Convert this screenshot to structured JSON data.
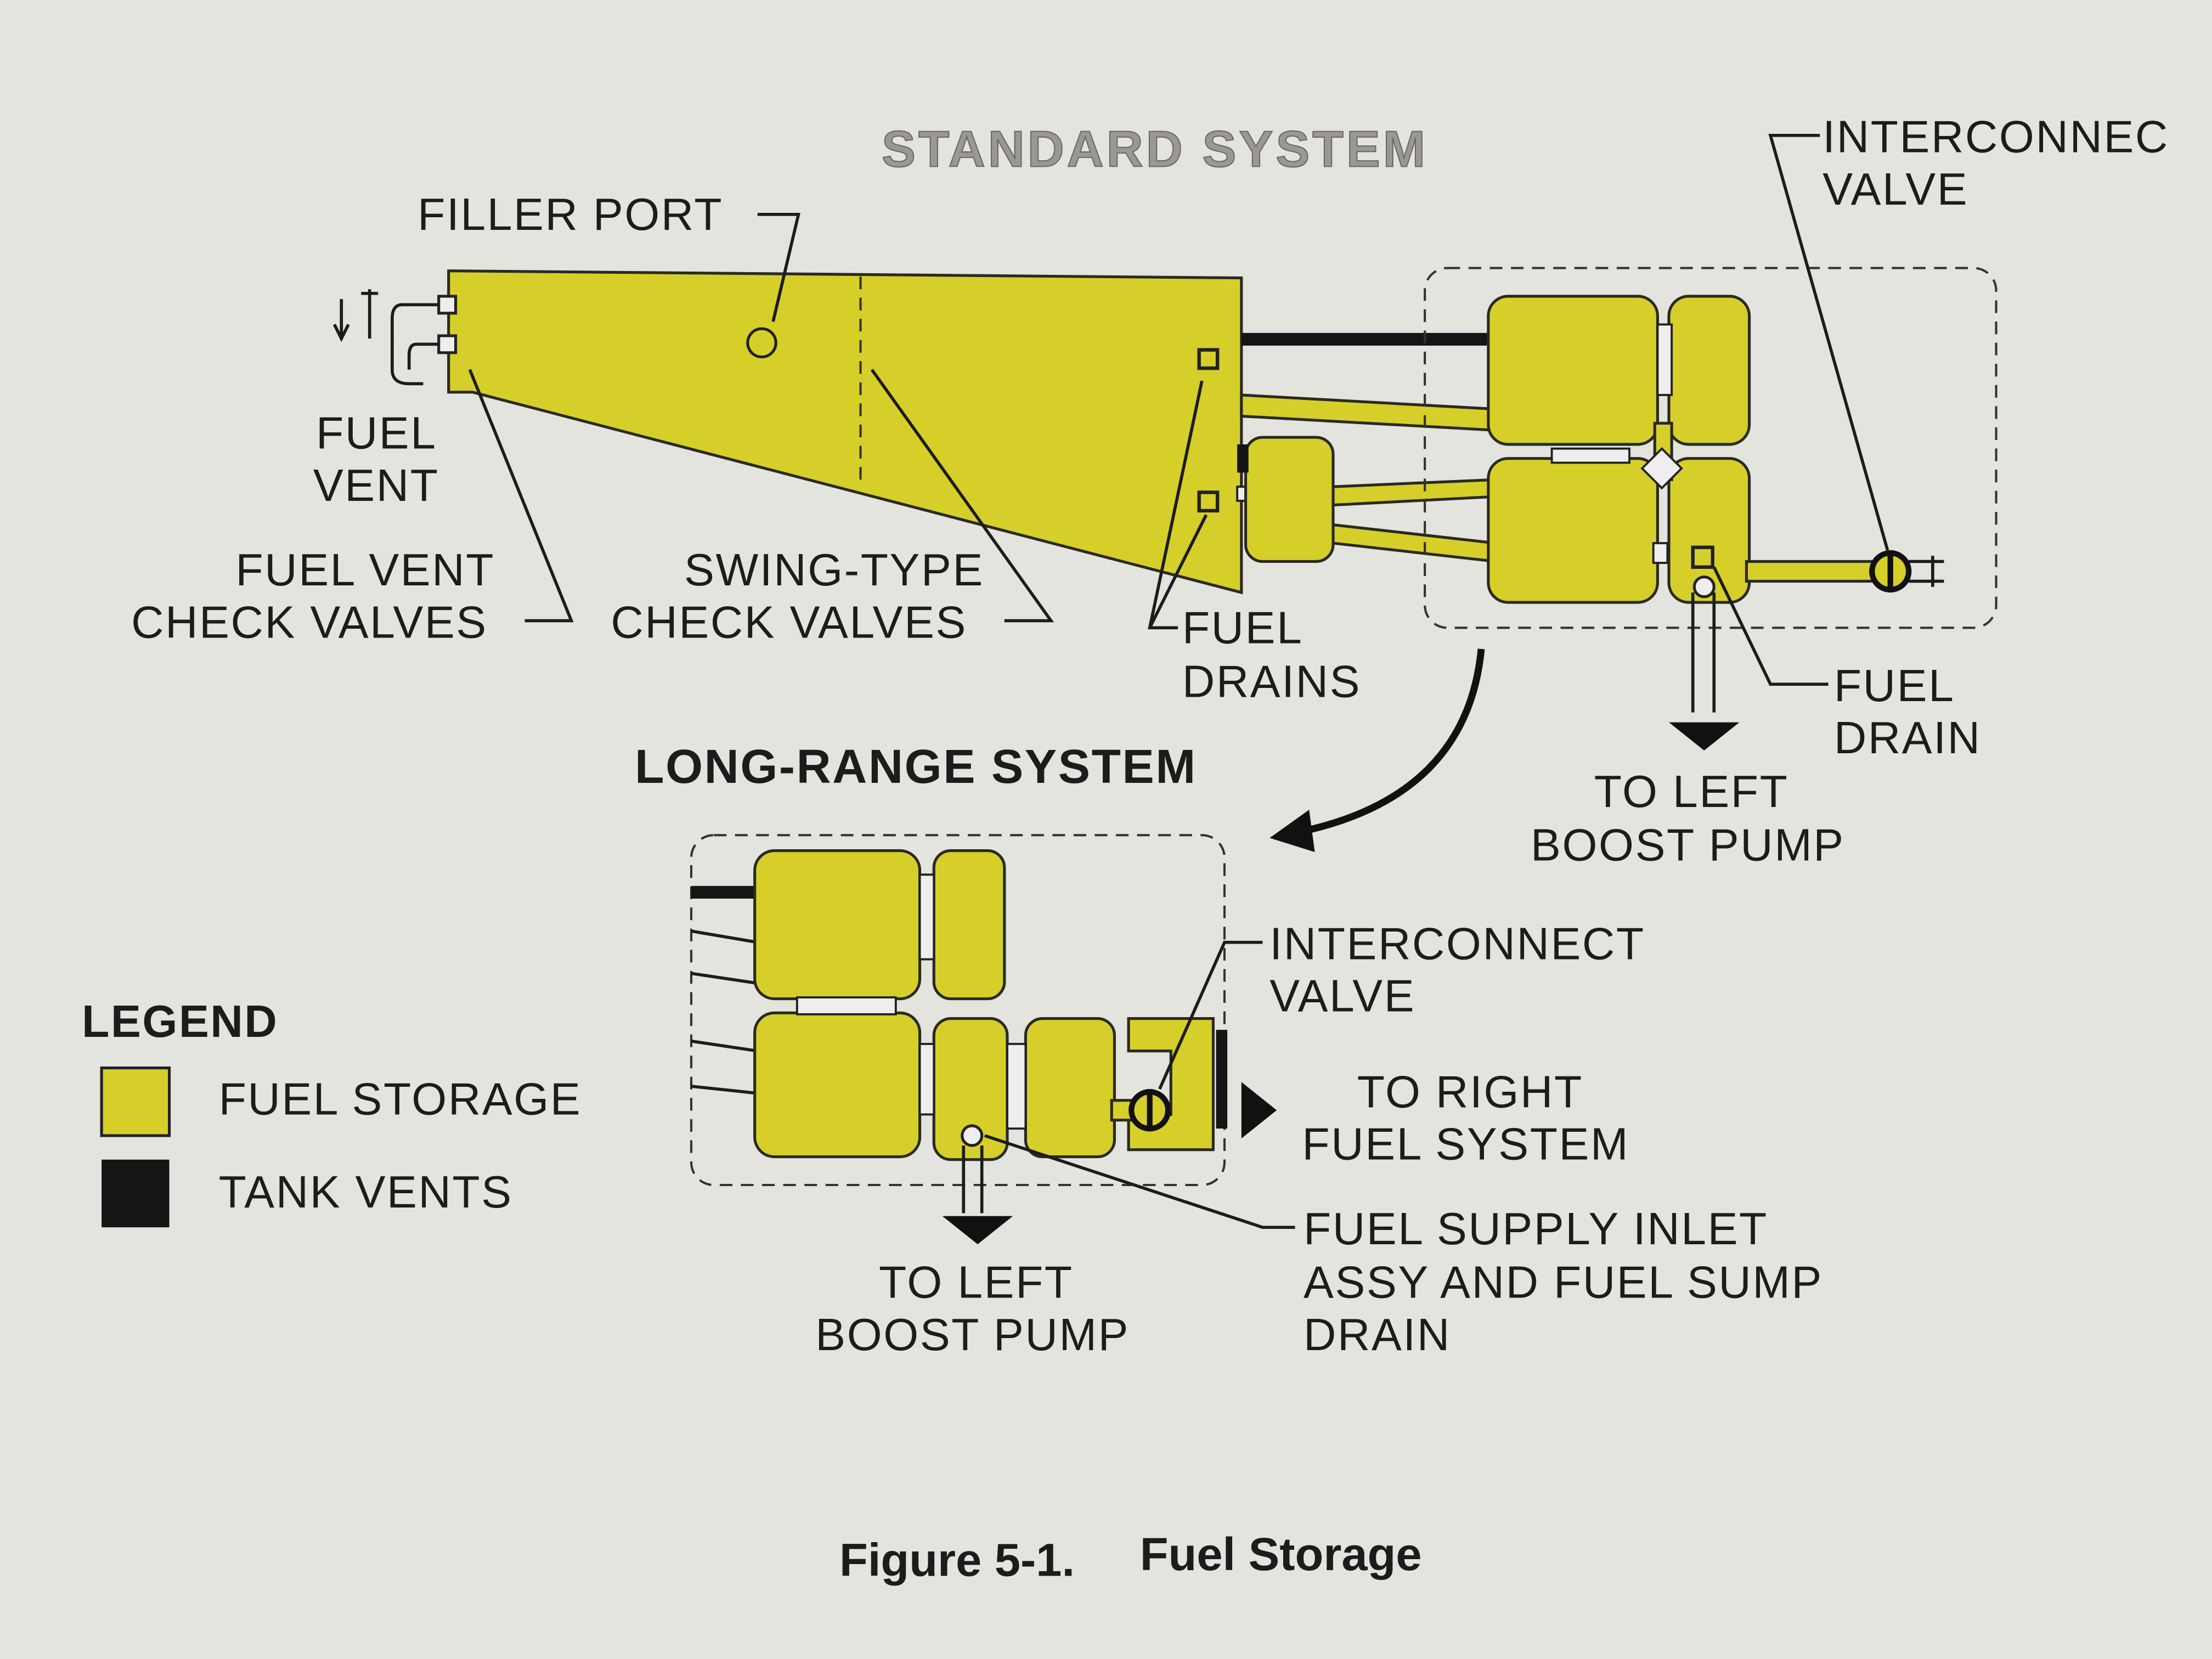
{
  "figure": {
    "standard_title": "STANDARD SYSTEM",
    "long_range_title": "LONG-RANGE SYSTEM",
    "caption_number": "Figure 5-1.",
    "caption_title": "Fuel Storage"
  },
  "labels": {
    "filler_port": "FILLER PORT",
    "fuel_vent": [
      "FUEL",
      "VENT"
    ],
    "fuel_vent_check_valves": [
      "FUEL VENT",
      "CHECK VALVES"
    ],
    "swing_type_check_valves": [
      "SWING-TYPE",
      "CHECK VALVES"
    ],
    "fuel_drains": [
      "FUEL",
      "DRAINS"
    ],
    "interconnect_valve_top": [
      "INTERCONNEC",
      "VALVE"
    ],
    "fuel_drain": [
      "FUEL",
      "DRAIN"
    ],
    "to_left_boost_pump_top": [
      "TO LEFT",
      "BOOST PUMP"
    ],
    "interconnect_valve_lr": [
      "INTERCONNECT",
      "VALVE"
    ],
    "to_right_fuel_system": [
      "TO RIGHT",
      "FUEL SYSTEM"
    ],
    "fuel_supply_inlet": [
      "FUEL SUPPLY INLET",
      "ASSY AND FUEL SUMP",
      "DRAIN"
    ],
    "to_left_boost_pump_lr": [
      "TO LEFT",
      "BOOST PUMP"
    ]
  },
  "legend": {
    "title": "LEGEND",
    "items": [
      {
        "label": "FUEL STORAGE",
        "color": "#d6cf2a"
      },
      {
        "label": "TANK VENTS",
        "color": "#151515"
      }
    ]
  }
}
